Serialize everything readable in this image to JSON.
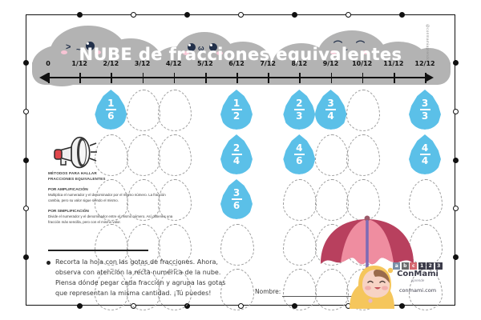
{
  "worksheet": {
    "title": "NUBE de fracciones equivalentes",
    "watermark": "@conmamiaprendo"
  },
  "number_line": {
    "labels": [
      "0",
      "1/12",
      "2/12",
      "3/12",
      "4/12",
      "5/12",
      "6/12",
      "7/12",
      "8/12",
      "9/12",
      "10/12",
      "11/12",
      "12/12"
    ],
    "left_arrow": "arrow-left",
    "right_arrow": "arrow-right"
  },
  "drops": {
    "filled": [
      {
        "numerator": "1",
        "denominator": "6",
        "column": 2,
        "row": 0
      },
      {
        "numerator": "1",
        "denominator": "2",
        "column": 6,
        "row": 0
      },
      {
        "numerator": "2",
        "denominator": "4",
        "column": 6,
        "row": 1
      },
      {
        "numerator": "3",
        "denominator": "6",
        "column": 6,
        "row": 2
      },
      {
        "numerator": "2",
        "denominator": "3",
        "column": 8,
        "row": 0
      },
      {
        "numerator": "4",
        "denominator": "6",
        "column": 8,
        "row": 1
      },
      {
        "numerator": "3",
        "denominator": "4",
        "column": 9,
        "row": 0
      },
      {
        "numerator": "3",
        "denominator": "3",
        "column": 12,
        "row": 0
      },
      {
        "numerator": "4",
        "denominator": "4",
        "column": 12,
        "row": 1
      }
    ],
    "empty_columns": [
      2,
      3,
      4,
      6,
      8,
      9,
      10,
      12
    ]
  },
  "methods": {
    "heading_line1": "MÉTODOS PARA HALLAR",
    "heading_line2": "FRACCIONES EQUIVALENTES",
    "amplification_title": "POR AMPLIFICACIÓN",
    "amplification_text": "Multiplica el numerador y el denominador por el mismo número. La fracción cambia, pero su valor sigue siendo el mismo.",
    "simplification_title": "POR SIMPLIFICACIÓN",
    "simplification_text": "Divide el numerador y el denominador entre el mismo número. Así obtienes una fracción más sencilla, pero con el mismo valor."
  },
  "instructions": {
    "line1": "Recorta la hoja con las gotas de fracciones. Ahora,",
    "line2": "observa con atención la recta numérica de la nube.",
    "line3": "Piensa dónde pegar cada fracción y agrupa las gotas",
    "line4": "que representan la misma cantidad. ¡Tú puedes!"
  },
  "name_field": {
    "label": "Nombre:"
  },
  "logo": {
    "blocks": [
      {
        "letter": "a",
        "color": "#7b8fa8"
      },
      {
        "letter": "b",
        "color": "#6a6a6a"
      },
      {
        "letter": "c",
        "color": "#d4676f"
      },
      {
        "letter": "1",
        "color": "#3c3c4a"
      },
      {
        "letter": "2",
        "color": "#3c3c4a"
      },
      {
        "letter": "3",
        "color": "#3c3c4a"
      }
    ],
    "name": "ConMami",
    "tagline": "aprende",
    "site": "conmami.com"
  },
  "colors": {
    "cloud_gray": "#b3b3b3",
    "drop_blue": "#5bc0e8",
    "ghost_dash": "#9a9a9a",
    "umbrella_pink": "#ef8da0",
    "umbrella_dark": "#b8405e",
    "raincoat_yellow": "#f5c65c",
    "megaphone_red": "#e0474c",
    "ink": "#111111"
  }
}
